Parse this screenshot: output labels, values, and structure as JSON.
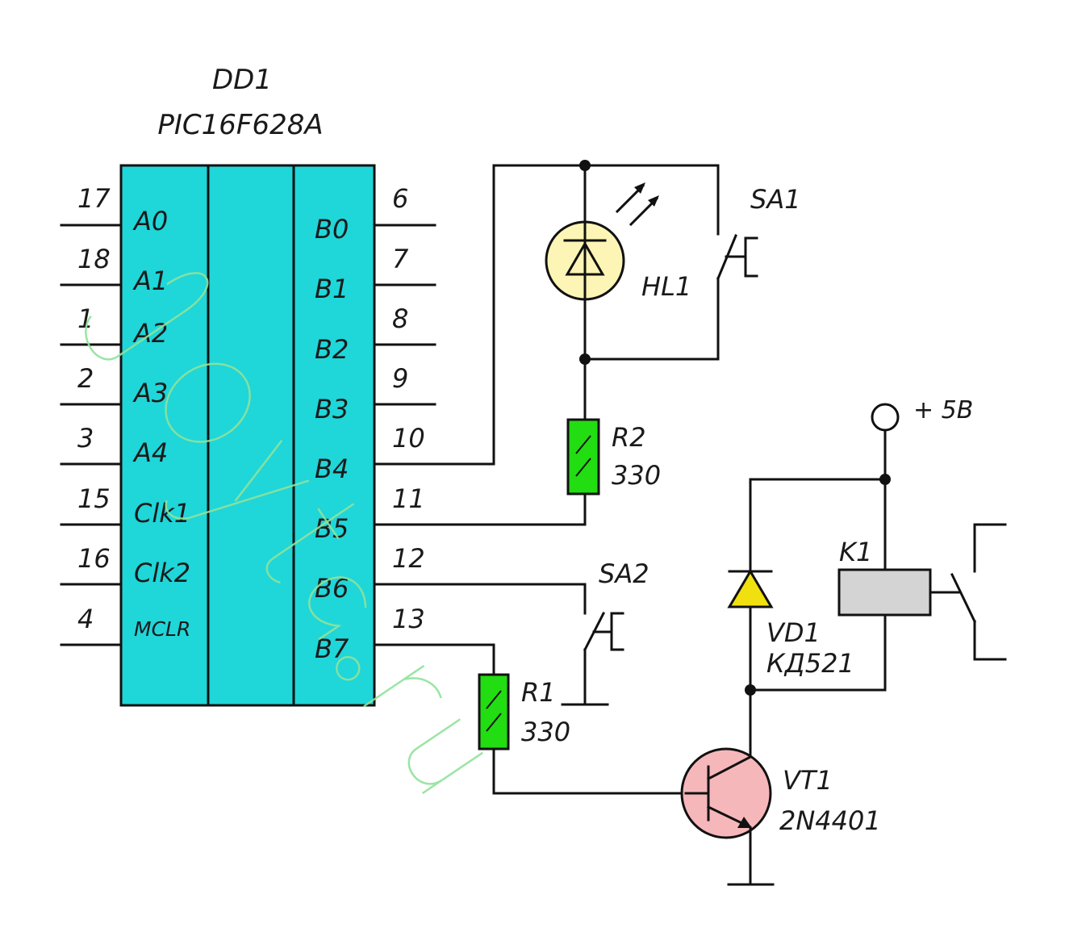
{
  "ic": {
    "ref": "DD1",
    "part": "PIC16F628A",
    "left_pins": [
      {
        "num": "17",
        "name": "A0"
      },
      {
        "num": "18",
        "name": "A1"
      },
      {
        "num": "1",
        "name": "A2"
      },
      {
        "num": "2",
        "name": "A3"
      },
      {
        "num": "3",
        "name": "A4"
      },
      {
        "num": "15",
        "name": "Clk1"
      },
      {
        "num": "16",
        "name": "Clk2"
      },
      {
        "num": "4",
        "name": "MCLR"
      }
    ],
    "right_pins": [
      {
        "num": "6",
        "name": "B0"
      },
      {
        "num": "7",
        "name": "B1"
      },
      {
        "num": "8",
        "name": "B2"
      },
      {
        "num": "9",
        "name": "B3"
      },
      {
        "num": "10",
        "name": "B4"
      },
      {
        "num": "11",
        "name": "B5"
      },
      {
        "num": "12",
        "name": "B6"
      },
      {
        "num": "13",
        "name": "B7"
      }
    ]
  },
  "components": {
    "hl1": "HL1",
    "sa1": "SA1",
    "r2": {
      "ref": "R2",
      "value": "330"
    },
    "supply": "+ 5В",
    "k1": "K1",
    "sa2": "SA2",
    "vd1": {
      "ref": "VD1",
      "part": "КД521"
    },
    "r1": {
      "ref": "R1",
      "value": "330"
    },
    "vt1": {
      "ref": "VT1",
      "part": "2N4401"
    }
  },
  "watermark": "Joyta.ru",
  "colors": {
    "ic_fill": "#1fd6d9",
    "led_fill": "#fcf5b5",
    "resistor_fill": "#22dd11",
    "diode_fill": "#f1e010",
    "relay_fill": "#d4d4d4",
    "transistor_fill": "#f6b7bb"
  }
}
